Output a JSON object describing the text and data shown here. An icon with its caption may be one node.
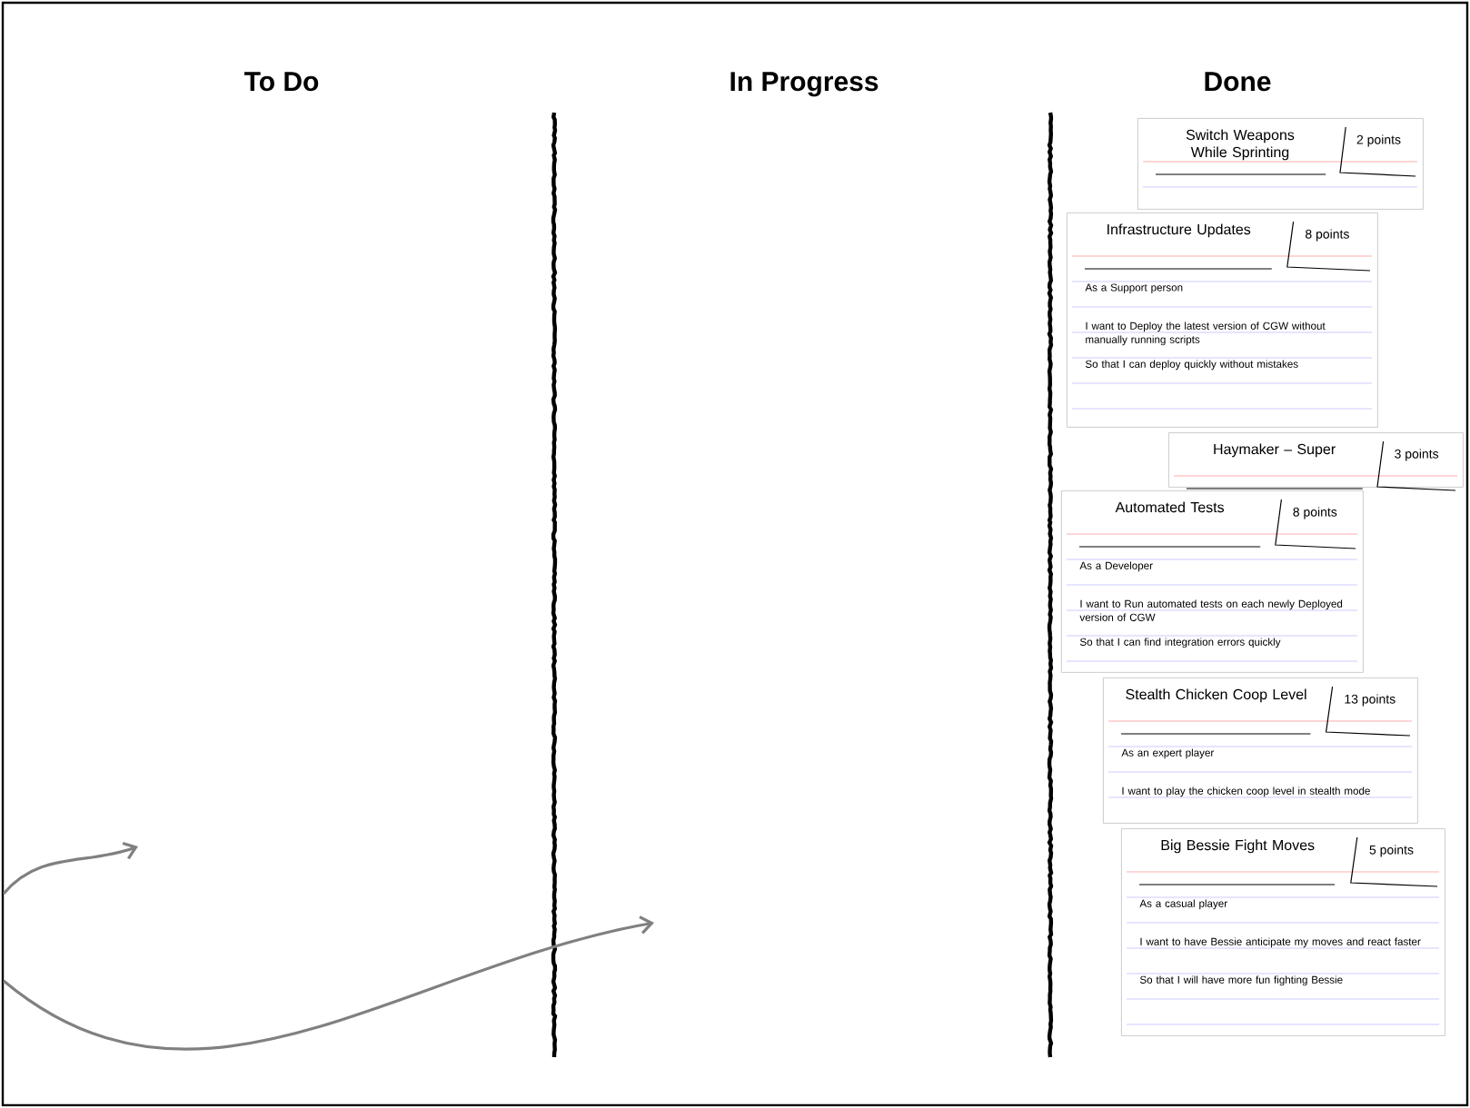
{
  "diagram": {
    "nodes": [
      {
        "text": [
          "To Do"
        ]
      },
      {
        "text": [
          "In Progress"
        ]
      },
      {
        "text": [
          "Done"
        ]
      },
      {
        "text": [
          "Switch Weapons While Sprinting",
          "2 points"
        ]
      },
      {
        "text": [
          "Infrastructure Updates",
          "8 points",
          "As a Support person",
          "I want to Deploy the latest version of CGW without manually running scripts",
          "So that I can deploy quickly without mistakes"
        ]
      },
      {
        "text": [
          "Haymaker – Super",
          "3 points"
        ]
      },
      {
        "text": [
          "Automated Tests",
          "8 points",
          "As a Developer",
          "I want to Run automated tests on each newly Deployed version of CGW",
          "So that I can find integration errors quickly"
        ]
      },
      {
        "text": [
          "Stealth Chicken Coop Level",
          "13 points",
          "As an expert player",
          "I want to play the chicken coop level in stealth mode"
        ]
      },
      {
        "text": [
          "Big Bessie Fight Moves",
          "5 points",
          "As a casual player",
          "I want to have Bessie anticipate my moves and react faster",
          "So that I will have more fun fighting Bessie"
        ]
      }
    ]
  }
}
